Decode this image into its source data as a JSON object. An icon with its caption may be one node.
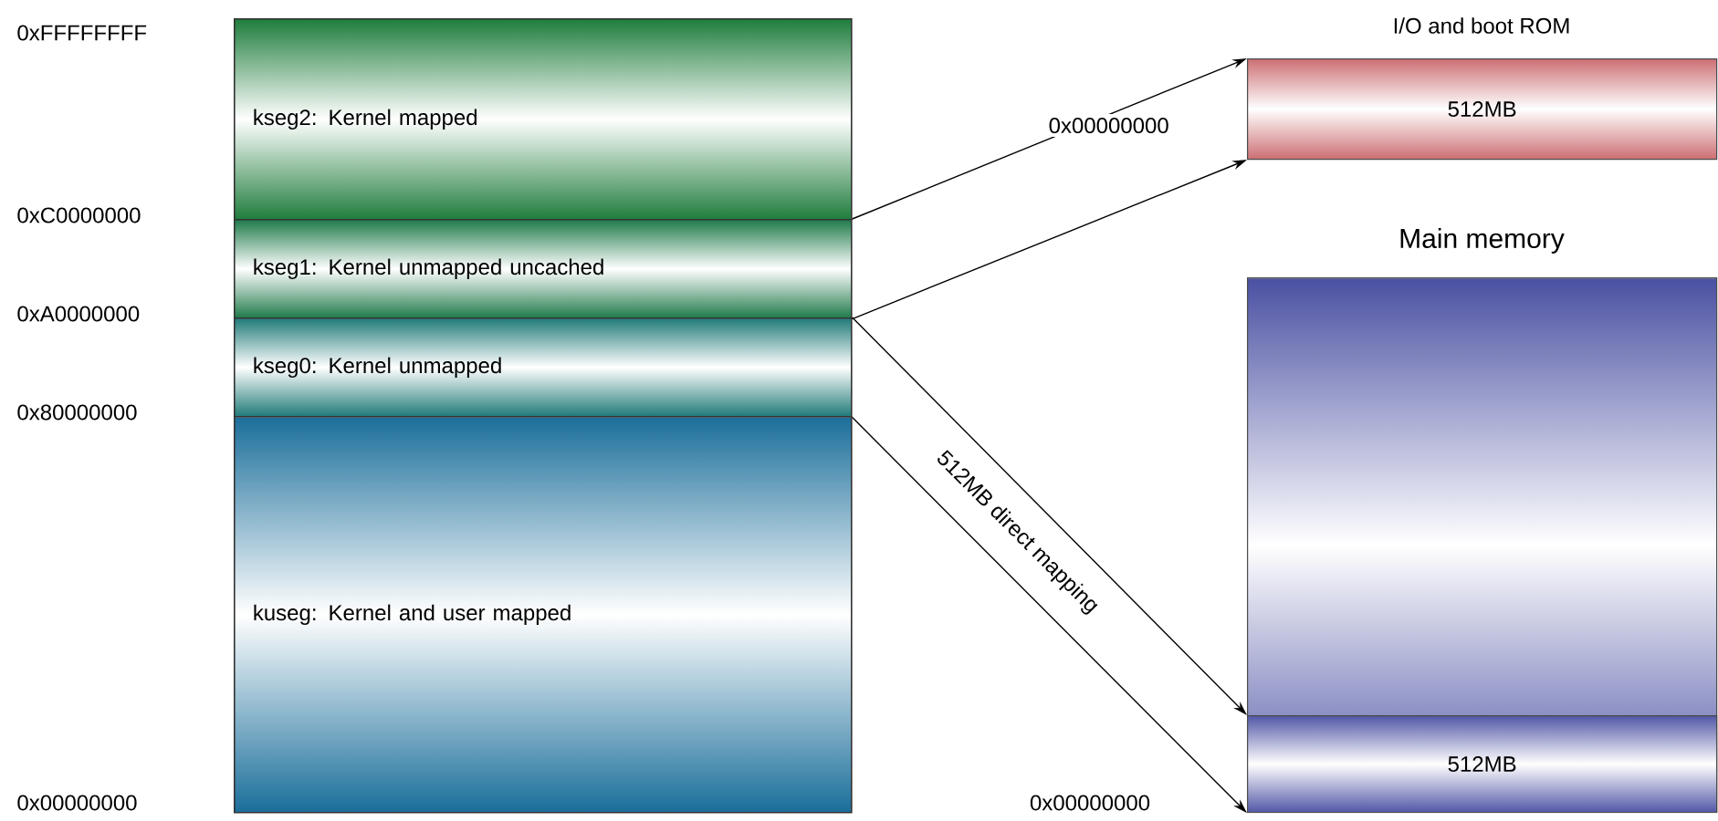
{
  "diagram": {
    "nodes": [
      {
        "text": [
          "kseg2: Kernel mapped"
        ]
      },
      {
        "text": [
          "kseg1: Kernel unmapped uncached"
        ]
      },
      {
        "text": [
          "kseg0: Kernel unmapped"
        ]
      },
      {
        "text": [
          "kuseg: Kernel and user mapped"
        ]
      },
      {
        "text": [
          "I/O and boot ROM",
          "512MB"
        ]
      },
      {
        "text": [
          "Main memory"
        ]
      },
      {
        "text": [
          "512MB"
        ],
        "in": 5
      }
    ],
    "edges": [
      {
        "from": 1,
        "to": 4,
        "arrow": "to",
        "label": "0x00000000"
      },
      {
        "from": 1,
        "to": 4,
        "arrow": "to"
      },
      {
        "from": 2,
        "to": 6,
        "arrow": "to"
      },
      {
        "from": 2,
        "to": 6,
        "arrow": "to"
      }
    ],
    "labels": [
      "0xFFFFFFFF",
      "0xC0000000",
      "0xA0000000",
      "0x80000000",
      "512MB direct mapping",
      "0x00000000",
      "0x00000000"
    ]
  }
}
